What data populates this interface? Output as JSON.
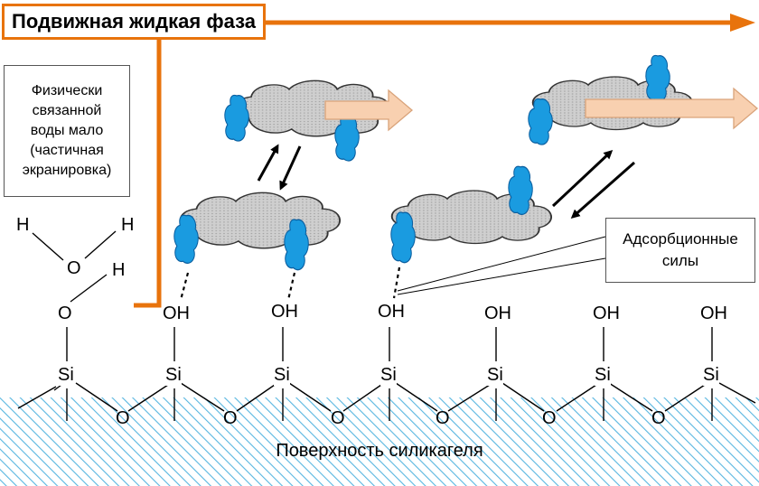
{
  "mobile_phase": {
    "label": "Подвижная жидкая фаза",
    "color": "#e8730c"
  },
  "bound_water_note": {
    "lines": [
      "Физически",
      "связанной",
      "воды мало",
      "(частичная",
      "экранировка)"
    ]
  },
  "adsorption_label": {
    "lines": [
      "Адсорбционные",
      "силы"
    ]
  },
  "water_molecule": {
    "h1": "H",
    "h2": "H",
    "o": "O",
    "h3": "H"
  },
  "anchor_o": "O",
  "silanol_label": "OH",
  "si_label": "Si",
  "bridge_o_label": "O",
  "surface_label": "Поверхность силикагеля",
  "colors": {
    "surface_hatch": "#58b6e0",
    "cloud_fill": "#c9c9c9",
    "blue_group": "#1a9be0",
    "flow_arrow_fill": "#f8d0b0",
    "flow_arrow_stroke": "#d9a37a"
  },
  "icons": [
    "molecule-cloud",
    "hydrophobic-group",
    "flow-arrow",
    "equilibrium-arrows"
  ]
}
